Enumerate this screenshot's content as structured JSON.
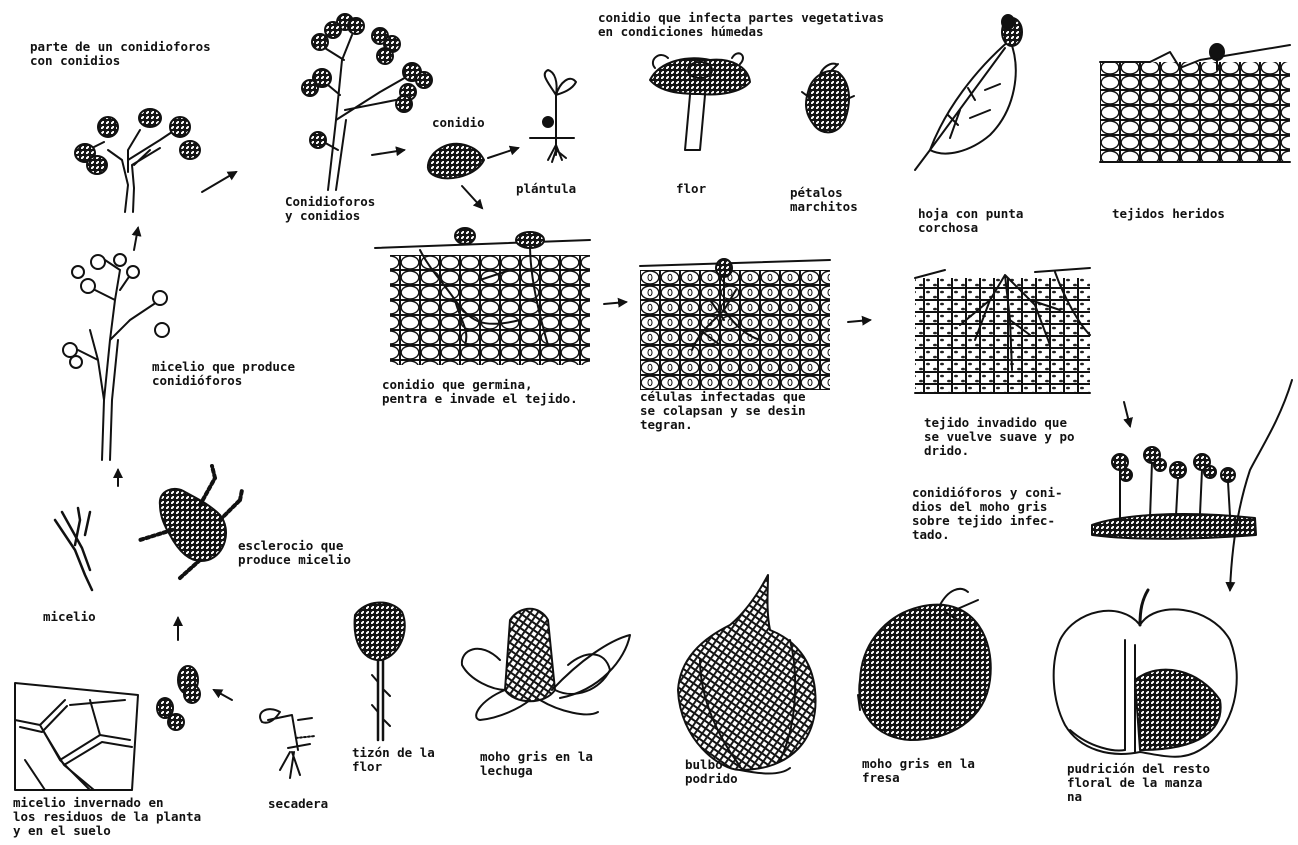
{
  "labels": {
    "conidiophore_part": [
      "parte de un conidioforos",
      "con conidios"
    ],
    "conidiophores_conidia": [
      "Conidioforos",
      "y conidios"
    ],
    "conidium": "conidio",
    "seedling": "plántula",
    "infects_title": [
      "conidio que infecta partes vegetativas",
      "en condiciones húmedas"
    ],
    "flower": "flor",
    "wilted_petals": [
      "pétalos",
      "marchitos"
    ],
    "leaf_tip": [
      "hoja con punta",
      "corchosa"
    ],
    "wounded_tissue": "tejidos heridos",
    "germinating": [
      "conidio que germina,",
      "pentra e invade el tejido."
    ],
    "infected_cells": [
      "células infectadas que",
      "se colapsan y se desin",
      "tegran."
    ],
    "invaded_tissue": [
      "tejido invadido que",
      "se vuelve suave y po",
      "drido."
    ],
    "conidiophores_gray": [
      "conidióforos y coni-",
      "dios del moho  gris",
      "sobre tejido infec-",
      "tado."
    ],
    "mycelium_conidiophores": [
      "micelio que produce",
      "conidióforos"
    ],
    "sclerotium": [
      "esclerocio que",
      "produce micelio"
    ],
    "mycelium": "micelio",
    "overwintering": [
      "micelio invernado en",
      "los residuos de la planta",
      "y en el suelo"
    ],
    "damping_off": "secadera",
    "blossom_blight": [
      "tizón de la",
      "flor"
    ],
    "lettuce": [
      "moho gris en la",
      "lechuga"
    ],
    "bulb": [
      "bulbo",
      "podrido"
    ],
    "strawberry": [
      "moho gris en la",
      "fresa"
    ],
    "apple": [
      "pudrición del resto",
      "floral de la manza",
      "na"
    ]
  },
  "colors": {
    "ink": "#111111",
    "paper": "#ffffff"
  },
  "icons": [
    "conidiophore-drawing",
    "conidium-drawing",
    "seedling-drawing",
    "flower-drawing",
    "wilted-petals-drawing",
    "leaf-drawing",
    "wounded-tissue-drawing",
    "germinating-tissue-drawing",
    "collapsing-cells-drawing",
    "rotting-tissue-drawing",
    "gray-mold-tufts-drawing",
    "mycelium-branches-drawing",
    "sclerotium-drawing",
    "mycelium-drawing",
    "overwintering-residue-drawing",
    "sclerotia-drawing",
    "damping-off-seedling-drawing",
    "blossom-blight-drawing",
    "lettuce-drawing",
    "bulb-drawing",
    "strawberry-drawing",
    "apple-drawing",
    "flow-arrows"
  ]
}
